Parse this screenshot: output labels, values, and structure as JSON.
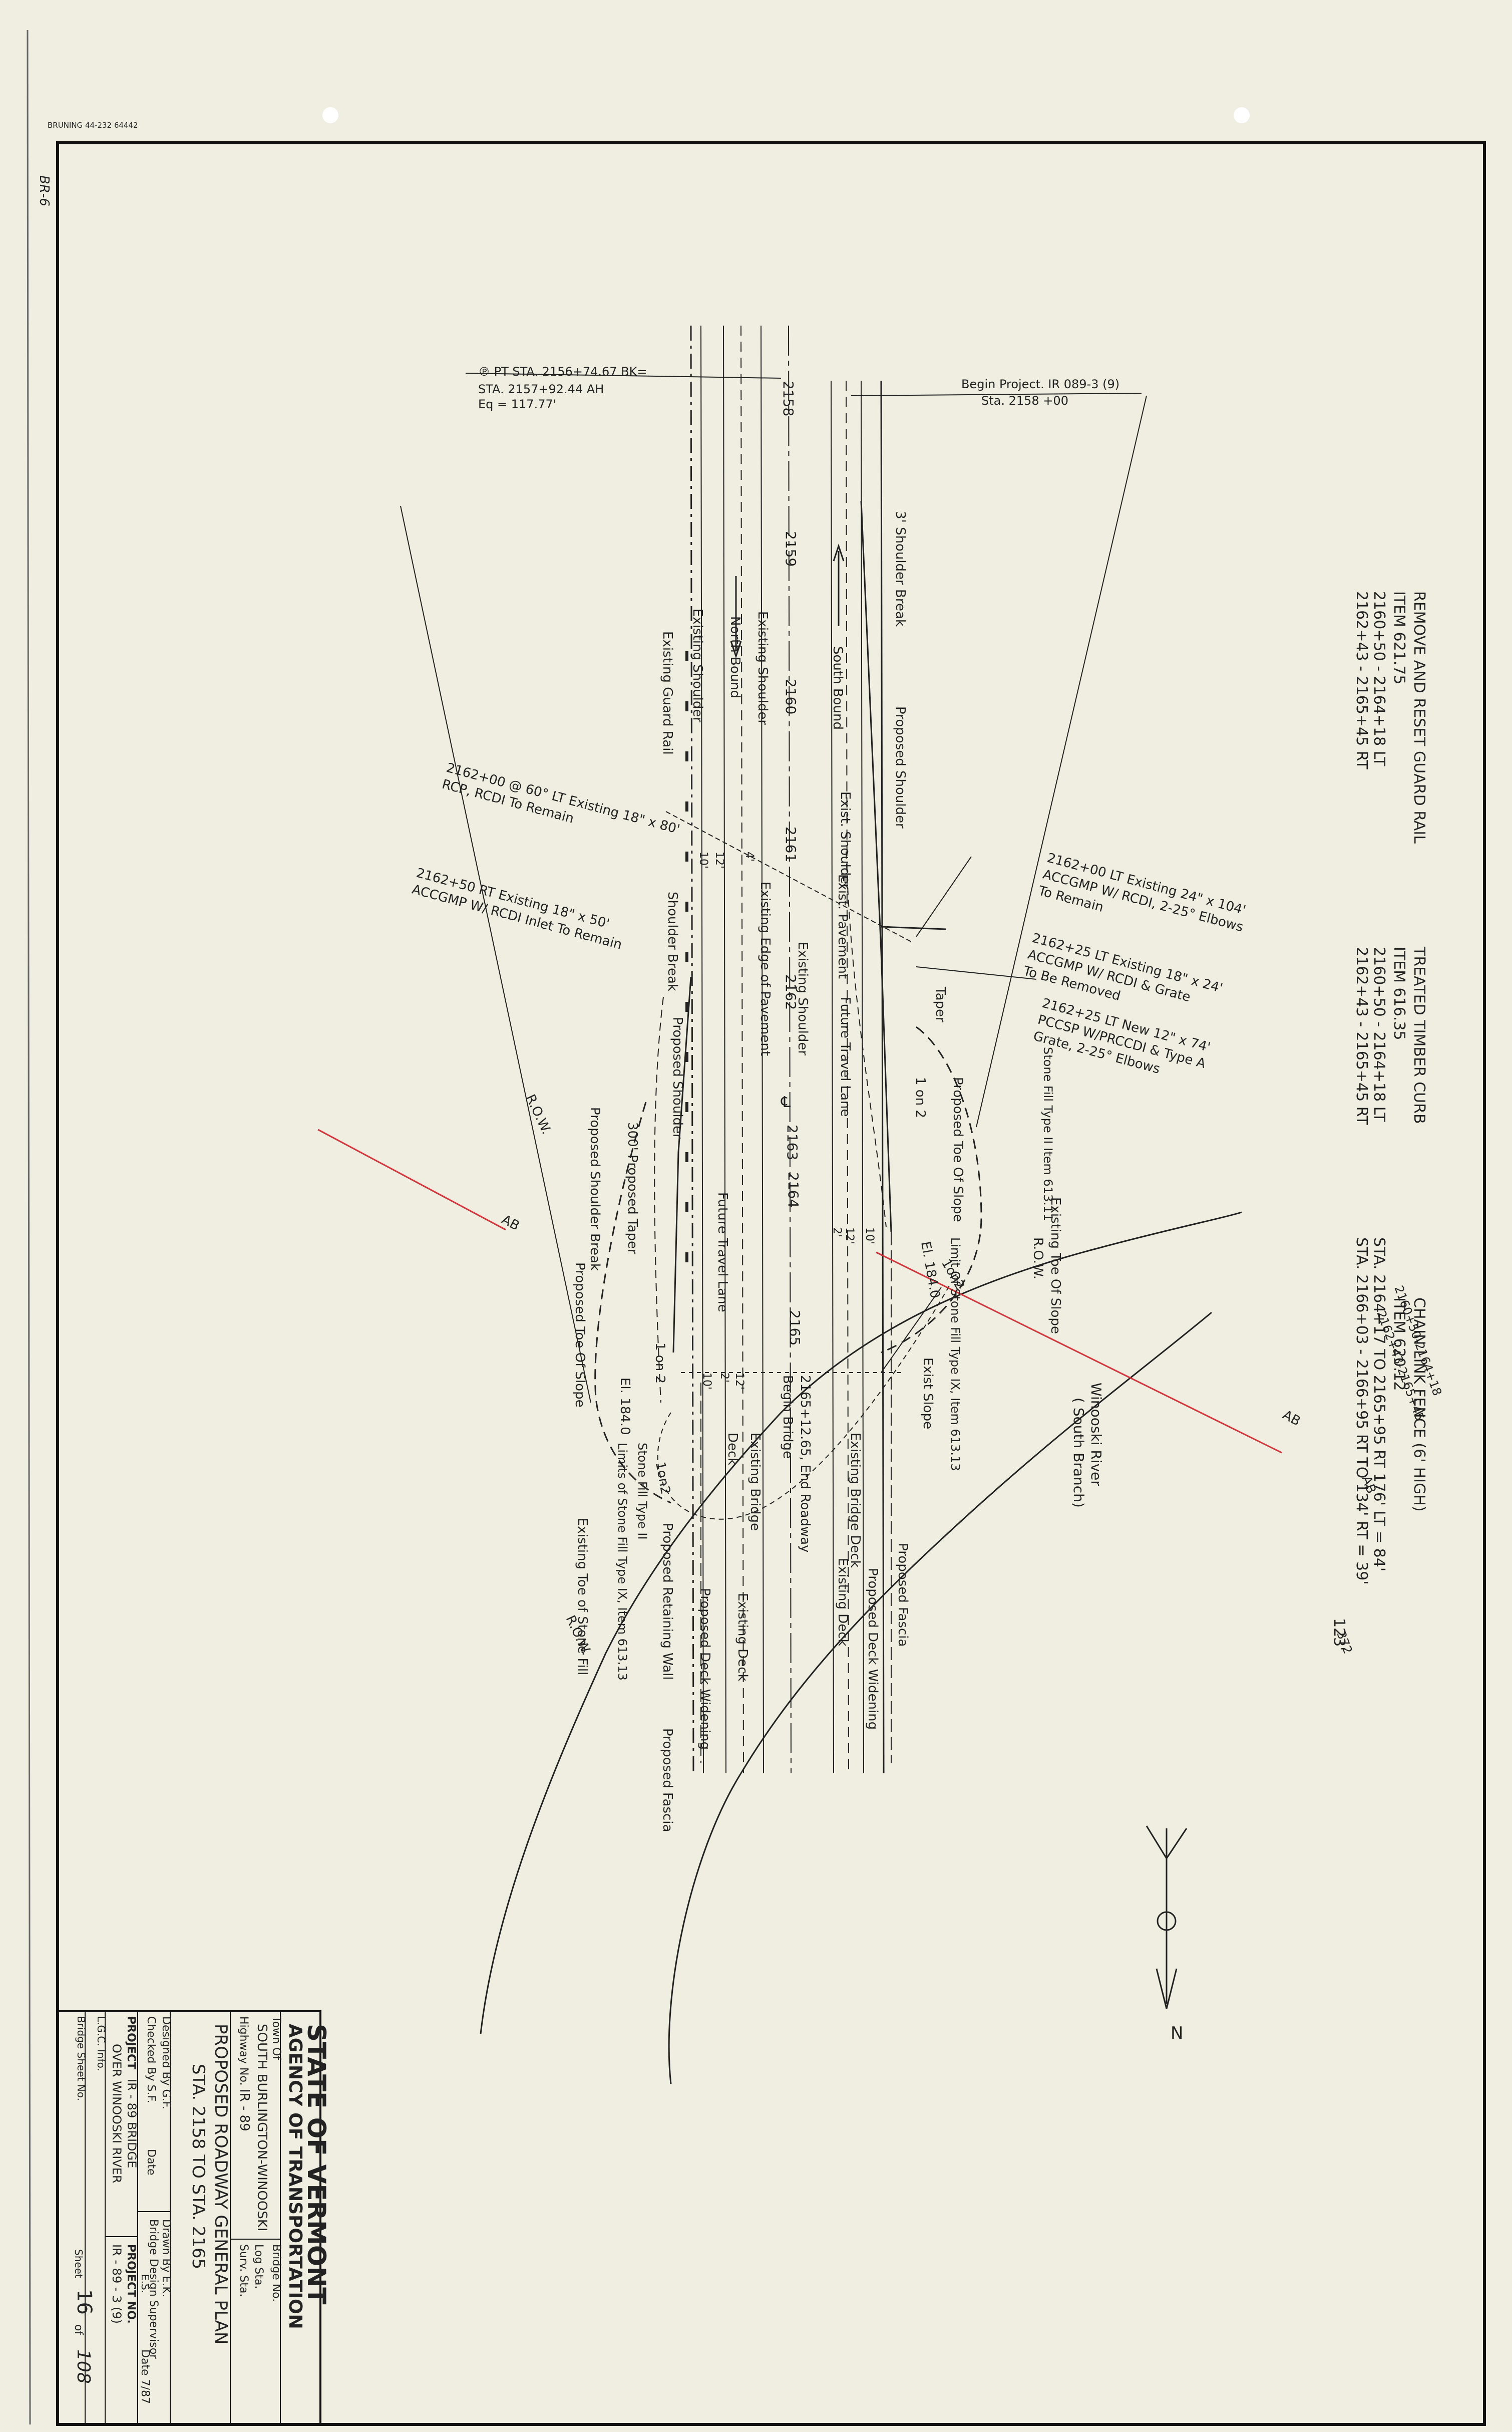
{
  "sheet": {
    "vendor_stamp": "BRUNING 44-232 64442",
    "sheet_code": "BR-6"
  },
  "plan": {
    "pt_eq": [
      "℗ PT STA. 2156+74.67 BK=",
      "STA. 2157+92.44 AH",
      "Eq = 117.77'"
    ],
    "begin_project": [
      "Begin Project. IR 089-3 (9)",
      "Sta. 2158 +00"
    ],
    "stations": [
      "2158",
      "2159",
      "2160",
      "2161",
      "2162",
      "2163",
      "2164",
      "2165"
    ],
    "labels": {
      "shoulder_break_3": "3' Shoulder Break",
      "south_bound": "South Bound",
      "north_bound": "North Bound",
      "existing_shoulder": "Existing Shoulder",
      "existing_shoulder_b": "Existing Shoulder",
      "existing_guard_rail": "Existing Guard Rail",
      "proposed_shoulder": "Proposed Shoulder",
      "proposed_shoulder_b": "Proposed Shoulder",
      "exist_shoulder": "Exist. Shoulder",
      "exist_pavement": "Exist. Pavement",
      "existing_edge_pavement": "Existing Edge of Pavement",
      "future_travel_lane": "Future Travel Lane",
      "future_travel_lane_b": "Future Travel Lane",
      "shoulder_break": "Shoulder Break",
      "taper": "Taper",
      "proposed_taper": "300' Proposed Taper",
      "proposed_shoulder_break": "Proposed Shoulder Break",
      "proposed_toe_slope": "Proposed Toe Of Slope",
      "proposed_toe_slope_b": "Proposed Toe Of Slope",
      "existing_toe_slope": "Existing Toe Of Slope",
      "row": "R.O.W.",
      "row_b": "R.O.W.",
      "row_c": "R.O.W.",
      "slope_1on2": "1 on 2",
      "slope_1on2_b": "1 on 2",
      "slope_1on2_c": "1on2",
      "slope_1on2_d": "1on2",
      "el_184_a": "El. 184.0",
      "el_184_b": "El. 184.0",
      "limit_stone_fill": "Limit Of Stone Fill Type IX, Item 613.13",
      "limits_stone_fill": "Limits of Stone Fill Type IX, Item 613.13",
      "stone_fill_type2": "Stone Fill Type II Item 613.11",
      "stone_fill_type2_b": "Stone Fill Type II",
      "exist_slope": "Exist Slope",
      "begin_bridge": "Begin Bridge",
      "end_roadway": "2165+12.65, End Roadway",
      "existing_bridge_deck": "Existing Bridge Deck",
      "existing_bridge": "Existing Bridge",
      "deck": "Deck",
      "existing_deck": "Existing Deck",
      "existing_deck_b": "Existing Deck",
      "proposed_deck_widening": "Proposed Deck Widening",
      "proposed_deck_widening_b": "Proposed Deck Widening",
      "proposed_fascia": "Proposed Fascia",
      "proposed_fascia_b": "Proposed Fascia",
      "proposed_retaining_wall": "Proposed Retaining Wall",
      "existing_toe_stone_fill": "Existing Toe of Stone Fill",
      "river": "Winooski River",
      "river_branch": "( South Branch)",
      "centerline": "℄",
      "dim_12": "12'",
      "dim_10": "10'",
      "dim_4": "4'",
      "dim_2": "2'",
      "north": "N"
    },
    "culverts": [
      [
        "2162+00 @ 60° LT Existing 18\" x 80'",
        "RCP, RCDI To Remain"
      ],
      [
        "2162+50 RT Existing 18\" x 50'",
        "ACCGMP W/ RCDI Inlet To Remain"
      ],
      [
        "2162+00 LT Existing 24\" x 104'",
        "ACCGMP W/ RCDI, 2-25° Elbows",
        "To Remain"
      ],
      [
        "2162+25 LT Existing 18\" x 24'",
        "ACCGMP W/ RCDI & Grate",
        "To Be Removed"
      ],
      [
        "2162+25 LT New 12\" x 74'",
        "PCCSP W/PRCCDI & Type A",
        "Grate, 2-25° Elbows"
      ]
    ]
  },
  "notes": {
    "guard_rail": {
      "title": "REMOVE AND RESET GUARD RAIL",
      "item": "ITEM 621.75",
      "lines": [
        "2160+50 - 2164+18 LT",
        "2162+43 - 2165+45 RT"
      ]
    },
    "timber_curb": {
      "title": "TREATED TIMBER CURB",
      "item": "ITEM 616.35",
      "lines": [
        "2160+50 - 2164+18 LT",
        "2162+43 - 2165+45 RT"
      ]
    },
    "fence": {
      "title": "CHAIN LINK FENCE (6' HIGH)",
      "item": "ITEM 620.12",
      "lines": [
        "STA. 2164+17 TO 2165+95 RT 176' LT = 84'",
        "STA. 2166+03 - 2166+95 RT TO 134' RT = 39'"
      ],
      "total": "123'"
    }
  },
  "markup": {
    "red_initials": "AB",
    "handwritten": [
      "2160+50-2164+18",
      "2162+43-2165+45",
      "372"
    ]
  },
  "title_block": {
    "agency_line1": "STATE OF VERMONT",
    "agency_line2": "AGENCY OF TRANSPORTATION",
    "town_label": "Town Of",
    "town": "SOUTH BURLINGTON-WINOOSKI",
    "highway_label": "Highway No.",
    "highway": "IR - 89",
    "bridge_no_label": "Bridge No.",
    "log_sta_label": "Log Sta.",
    "surv_sta_label": "Surv. Sta.",
    "title1": "PROPOSED ROADWAY GENERAL PLAN",
    "title2": "STA. 2158 TO STA. 2165",
    "designed_by": "Designed By G.F.",
    "checked_by": "Checked By S.F.",
    "date_label": "Date",
    "drawn_by": "Drawn By E.K.",
    "design_supervisor": "Bridge Design Supervisor",
    "supervisor_initials": "E.S.",
    "date": "Date 7/87",
    "project_label": "PROJECT",
    "project": "IR - 89 BRIDGE",
    "project2": "OVER WINOOSKI RIVER",
    "project_no_label": "PROJECT NO.",
    "project_no": "IR - 89 - 3 (9)",
    "lgc_label": "L.G.C. Info.",
    "sheet_no_label": "Bridge Sheet No.",
    "sheet_word": "Sheet",
    "sheet_no": "16",
    "of_word": "of",
    "sheet_total": "108"
  }
}
